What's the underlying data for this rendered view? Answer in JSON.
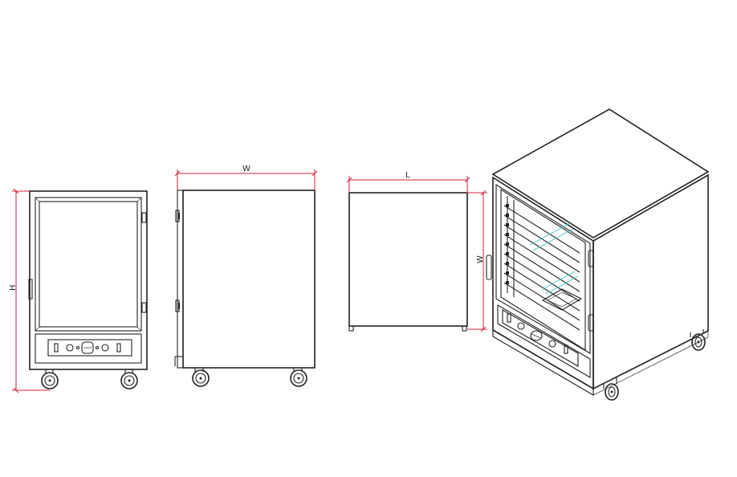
{
  "dimensions": {
    "height_label": "H",
    "width_label_side": "W",
    "length_label": "L",
    "width_label_top": "W"
  },
  "colors": {
    "line": "#222222",
    "dimension": "#d0223c",
    "glass_reflection": "#38c8c8",
    "background": "#ffffff"
  }
}
